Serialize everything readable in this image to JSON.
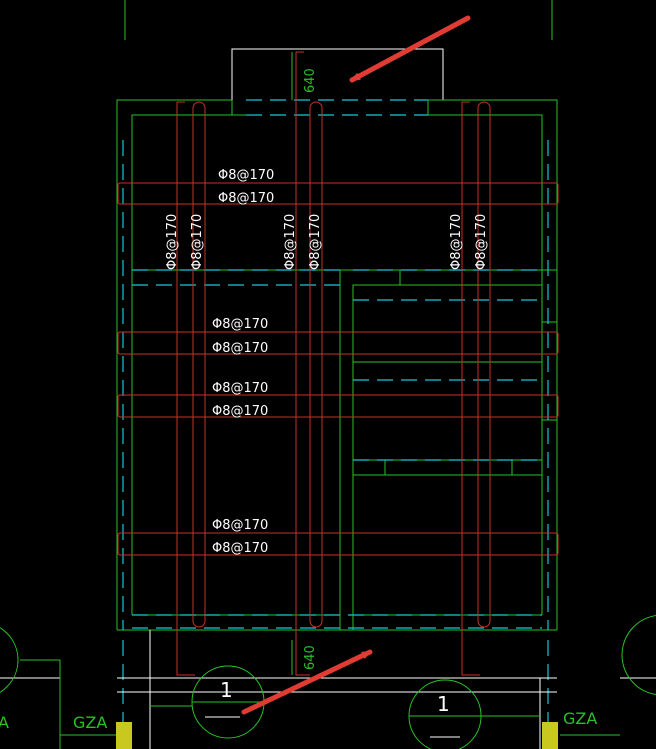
{
  "colors": {
    "background": "#000000",
    "wall": "#27c227",
    "dashed_beam": "#18c8d8",
    "rebar": "#c8302a",
    "text": "#ffffff",
    "arrow": "#e03c34",
    "column_fill": "#c8c81e",
    "outline": "#ffffff"
  },
  "rebar_labels": {
    "h1": "Φ8@170",
    "h2": "Φ8@170",
    "h3": "Φ8@170",
    "h4": "Φ8@170",
    "h5": "Φ8@170",
    "h6": "Φ8@170",
    "h7": "Φ8@170",
    "h8": "Φ8@170",
    "v1": "Φ8@170",
    "v2": "Φ8@170",
    "v3": "Φ8@170",
    "v4": "Φ8@170",
    "v5": "Φ8@170",
    "v6": "Φ8@170"
  },
  "dimensions": {
    "top": "640",
    "bottom": "640"
  },
  "column_tags": {
    "left": "GZA",
    "right": "GZA"
  },
  "section_symbols": {
    "left": "1",
    "right": "1"
  }
}
